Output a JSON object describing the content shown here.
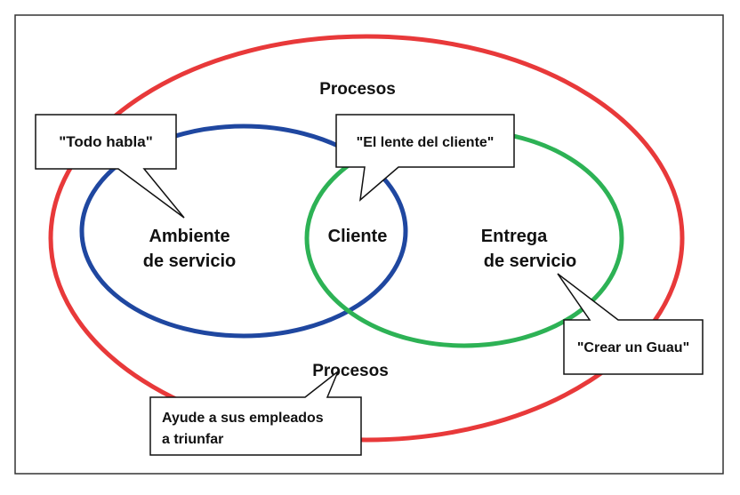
{
  "diagram": {
    "colors": {
      "processes_ring": "#e8393a",
      "environment_circle": "#1f47a0",
      "delivery_circle": "#2db255",
      "frame": "#333333",
      "text": "#111111",
      "callout_fill": "#ffffff",
      "callout_border": "#111111"
    },
    "labels": {
      "processes_top": "Procesos",
      "processes_bottom": "Procesos",
      "environment_line1": "Ambiente",
      "environment_line2": "de servicio",
      "customer": "Cliente",
      "delivery_line1": "Entrega",
      "delivery_line2": "de servicio"
    },
    "callouts": {
      "everything_speaks": "\"Todo habla\"",
      "customer_lens": "\"El lente del cliente\"",
      "create_wow": "\"Crear un Guau\"",
      "help_employees_line1": "Ayude a sus empleados",
      "help_employees_line2": "a triunfar"
    }
  }
}
